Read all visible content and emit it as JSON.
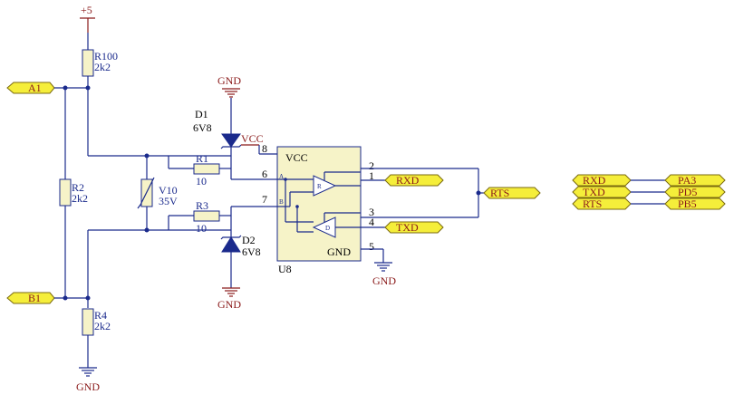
{
  "power": {
    "vcc_top": "+5",
    "vcc_pin": "VCC"
  },
  "gnd_labels": {
    "d1": "GND",
    "d2": "GND",
    "r4": "GND",
    "u8": "GND"
  },
  "resistors": {
    "r100": {
      "ref": "R100",
      "value": "2k2"
    },
    "r2": {
      "ref": "R2",
      "value": "2k2"
    },
    "r4": {
      "ref": "R4",
      "value": "2k2"
    },
    "r1": {
      "ref": "R1",
      "value": "10"
    },
    "r3": {
      "ref": "R3",
      "value": "10"
    }
  },
  "varistor": {
    "ref": "V10",
    "value": "35V"
  },
  "diodes": {
    "d1": {
      "ref": "D1",
      "value": "6V8"
    },
    "d2": {
      "ref": "D2",
      "value": "6V8"
    }
  },
  "ic": {
    "ref": "U8",
    "vcc_label": "VCC",
    "gnd_label": "GND",
    "pins": {
      "p8": "8",
      "p6": "6",
      "p7": "7",
      "p2": "2",
      "p1": "1",
      "p3": "3",
      "p4": "4",
      "p5": "5"
    },
    "in_a": "A",
    "in_b": "B",
    "rx_label": "R",
    "tx_label": "D"
  },
  "ports": {
    "a1": "A1",
    "b1": "B1",
    "rxd": "RXD",
    "txd": "TXD",
    "rts": "RTS",
    "map_rxd": "RXD",
    "map_txd": "TXD",
    "map_rts": "RTS",
    "pa3": "PA3",
    "pd5": "PD5",
    "pb5": "PB5"
  },
  "colors": {
    "wire": "#1a2a8c",
    "label_red": "#8a1a1a",
    "port_fill": "#f5ee3a",
    "body_fill": "#f6f3c8"
  }
}
